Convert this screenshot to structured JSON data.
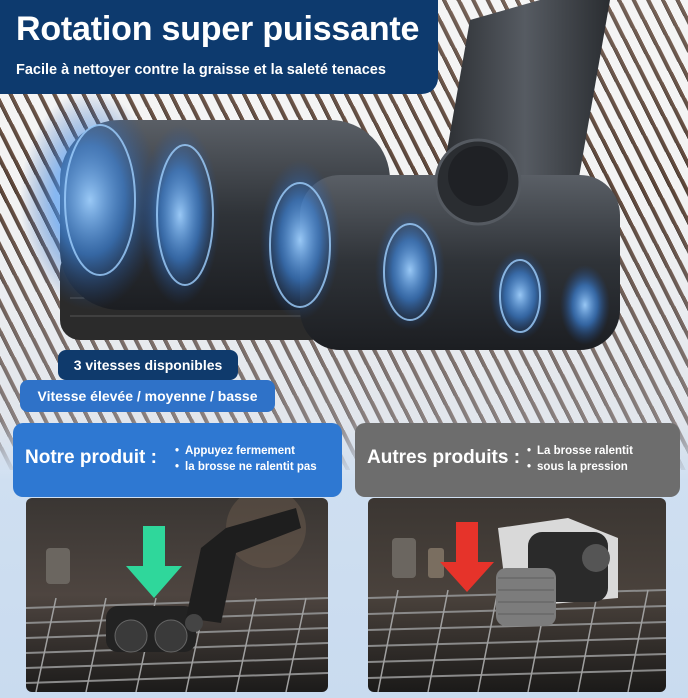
{
  "header": {
    "title": "Rotation super puissante",
    "subtitle": "Facile à nettoyer contre la graisse et la saleté tenaces"
  },
  "features": {
    "speeds": "3 vitesses disponibles",
    "levels": "Vitesse élevée / moyenne / basse"
  },
  "comparison": {
    "ours": {
      "title": "Notre produit :",
      "bullets": [
        "Appuyez fermement",
        "la brosse ne ralentit pas"
      ],
      "arrow_color": "#2fd79b"
    },
    "others": {
      "title": "Autres produits :",
      "bullets": [
        "La brosse ralentit",
        "sous la pression"
      ],
      "arrow_color": "#e6332a"
    }
  },
  "colors": {
    "navy": "#0d3a6e",
    "blue": "#2e78d2",
    "gray": "#6d6d6d",
    "glow": "#3fa0ff"
  }
}
